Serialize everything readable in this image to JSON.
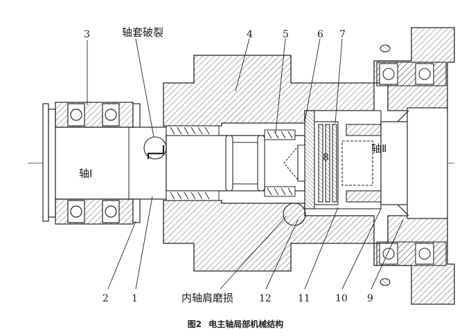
{
  "labels": {
    "n1": "1",
    "n2": "2",
    "n3": "3",
    "n4": "4",
    "n5": "5",
    "n6": "6",
    "n7": "7",
    "n8": "8",
    "n9": "9",
    "n10": "10",
    "n11": "11",
    "n12": "12",
    "shaft1": "轴Ⅰ",
    "shaft2": "轴Ⅱ",
    "sleeve_crack": "轴套破裂",
    "shoulder_wear": "内轴肩磨损"
  },
  "caption": {
    "figure_no": "图2",
    "title": "电主轴局部机械结构"
  }
}
